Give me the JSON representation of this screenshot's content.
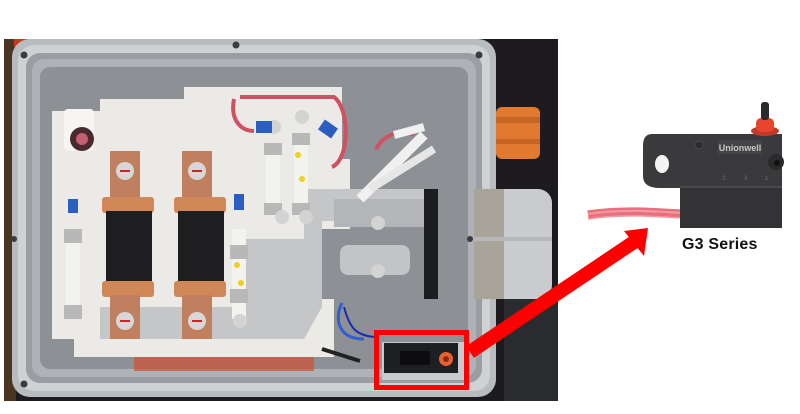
{
  "figure": {
    "left_photo": {
      "subject": "open junction box with fuses, wiring and a microswitch",
      "highlight_box": {
        "color": "#ff0000",
        "target": "microswitch"
      }
    },
    "arrow": {
      "color": "#ff0000",
      "direction": "from highlight box to product image"
    },
    "product": {
      "brand_text": "Unionwell",
      "terminal_labels": [
        "2",
        "3",
        "1"
      ],
      "caption": "G3 Series",
      "colors": {
        "body": "#3a3a3c",
        "actuator": "#e8442e",
        "wires": "#e8707c"
      }
    }
  }
}
